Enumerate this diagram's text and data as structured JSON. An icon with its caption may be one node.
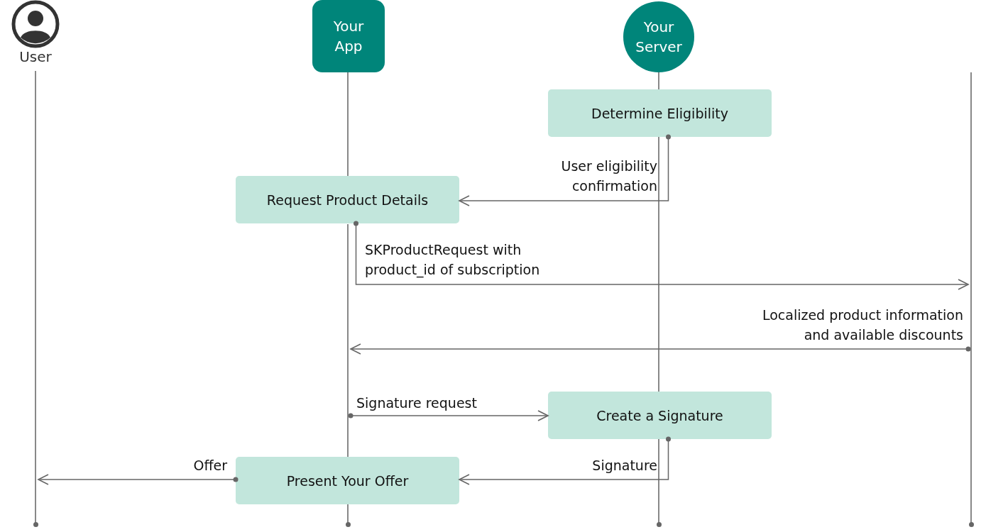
{
  "diagram": {
    "nodes": [
      {
        "text": [
          "User"
        ]
      },
      {
        "text": [],
        "shape": "bar"
      },
      {
        "text": [
          "Your App"
        ]
      },
      {
        "text": [],
        "shape": "bar"
      },
      {
        "text": [
          "Your Server"
        ]
      },
      {
        "text": [],
        "shape": "bar"
      },
      {
        "text": [
          "Determine Eligibility"
        ]
      },
      {
        "text": [
          "Request Product Details"
        ]
      },
      {
        "text": [
          "Create a Signature"
        ]
      },
      {
        "text": [
          "Present Your Offer"
        ]
      }
    ],
    "edges": [
      {
        "from": 6,
        "to": 7,
        "arrow": "to",
        "label": "User eligibility confirmation"
      },
      {
        "from": 7,
        "to": 5,
        "arrow": "to",
        "label": "SKProductRequest with product_id of subscription"
      },
      {
        "from": 5,
        "to": 3,
        "arrow": "to",
        "label": "Localized product information and available discounts"
      },
      {
        "from": 3,
        "to": 8,
        "arrow": "to",
        "label": "Signature request"
      },
      {
        "from": 8,
        "to": 9,
        "arrow": "to",
        "label": "Signature"
      },
      {
        "from": 9,
        "to": 1,
        "arrow": "to",
        "label": "Offer"
      }
    ]
  }
}
